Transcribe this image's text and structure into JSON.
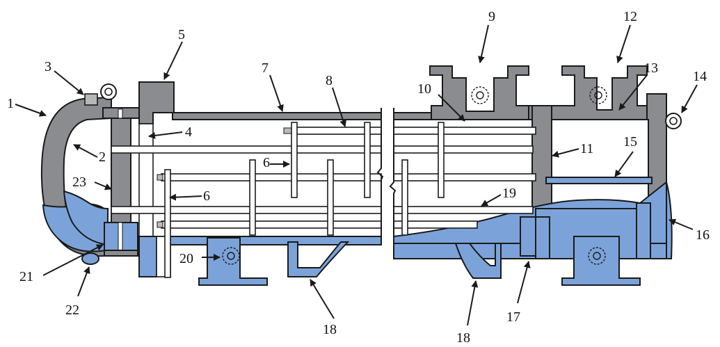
{
  "colors": {
    "shell": "#8a8c90",
    "liquid": "#7ba3d9",
    "outline": "#1a1a1a",
    "dots": "#3c8fd0"
  },
  "labels": {
    "l1": "1",
    "l2": "2",
    "l3": "3",
    "l4": "4",
    "l5": "5",
    "l6a": "6",
    "l6b": "6",
    "l7": "7",
    "l8": "8",
    "l9": "9",
    "l10": "10",
    "l11": "11",
    "l12": "12",
    "l13": "13",
    "l14": "14",
    "l15": "15",
    "l16": "16",
    "l17": "17",
    "l18a": "18",
    "l18b": "18",
    "l19": "19",
    "l20": "20",
    "l21": "21",
    "l22": "22",
    "l23": "23"
  }
}
